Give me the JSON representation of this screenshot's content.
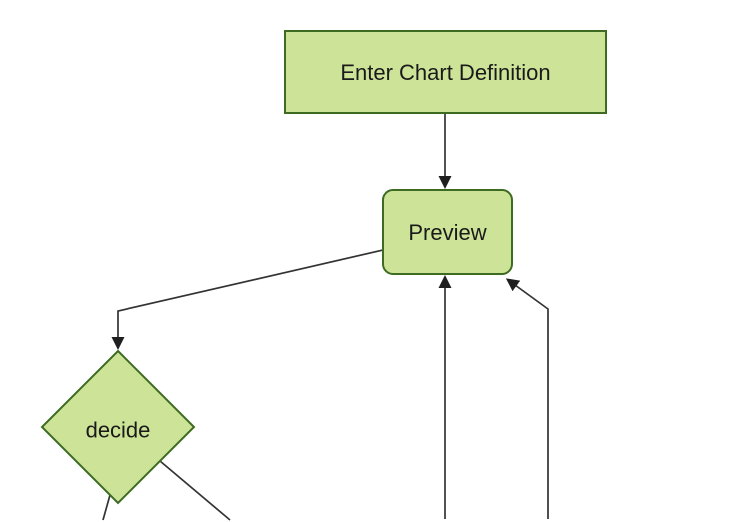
{
  "flowchart": {
    "type": "flowchart",
    "direction": "top-down",
    "nodes": [
      {
        "id": "enter-chart-definition",
        "label": "Enter Chart Definition",
        "shape": "rectangle"
      },
      {
        "id": "preview",
        "label": "Preview",
        "shape": "rounded-rectangle"
      },
      {
        "id": "decide",
        "label": "decide",
        "shape": "diamond"
      }
    ],
    "edges": [
      {
        "from": "enter-chart-definition",
        "to": "preview",
        "arrowhead": true
      },
      {
        "from": "preview",
        "to": "decide",
        "arrowhead": true
      },
      {
        "from": "offscreen-node-bottom-center",
        "to": "preview",
        "arrowhead": true
      },
      {
        "from": "offscreen-node-bottom-right",
        "to": "preview",
        "arrowhead": true
      },
      {
        "from": "decide",
        "to": "offscreen-bottom-left",
        "arrowhead": false
      },
      {
        "from": "decide",
        "to": "offscreen-bottom-right",
        "arrowhead": false
      }
    ]
  },
  "colors": {
    "background": "#ffffff",
    "node_fill": "#cde498",
    "node_stroke": "#3d6b21",
    "edge_line": "#333333",
    "arrowhead": "#1f1f1f",
    "label_text": "#1a1a1a"
  }
}
